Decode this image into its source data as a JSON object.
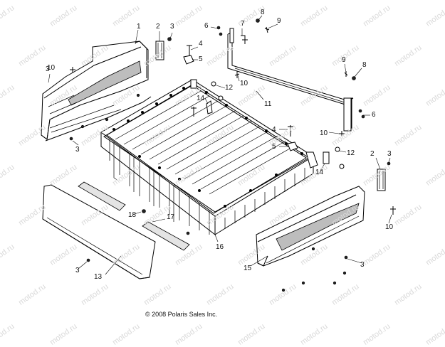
{
  "watermark": {
    "text": "motod.ru"
  },
  "copyright": "© 2008 Polaris Sales Inc.",
  "callouts": [
    "1",
    "2",
    "3",
    "3",
    "3",
    "3",
    "3",
    "4",
    "4",
    "5",
    "5",
    "6",
    "6",
    "7",
    "8",
    "8",
    "9",
    "9",
    "10",
    "10",
    "10",
    "10",
    "11",
    "12",
    "12",
    "13",
    "14",
    "14",
    "15",
    "16",
    "17",
    "18",
    "2",
    "3"
  ]
}
